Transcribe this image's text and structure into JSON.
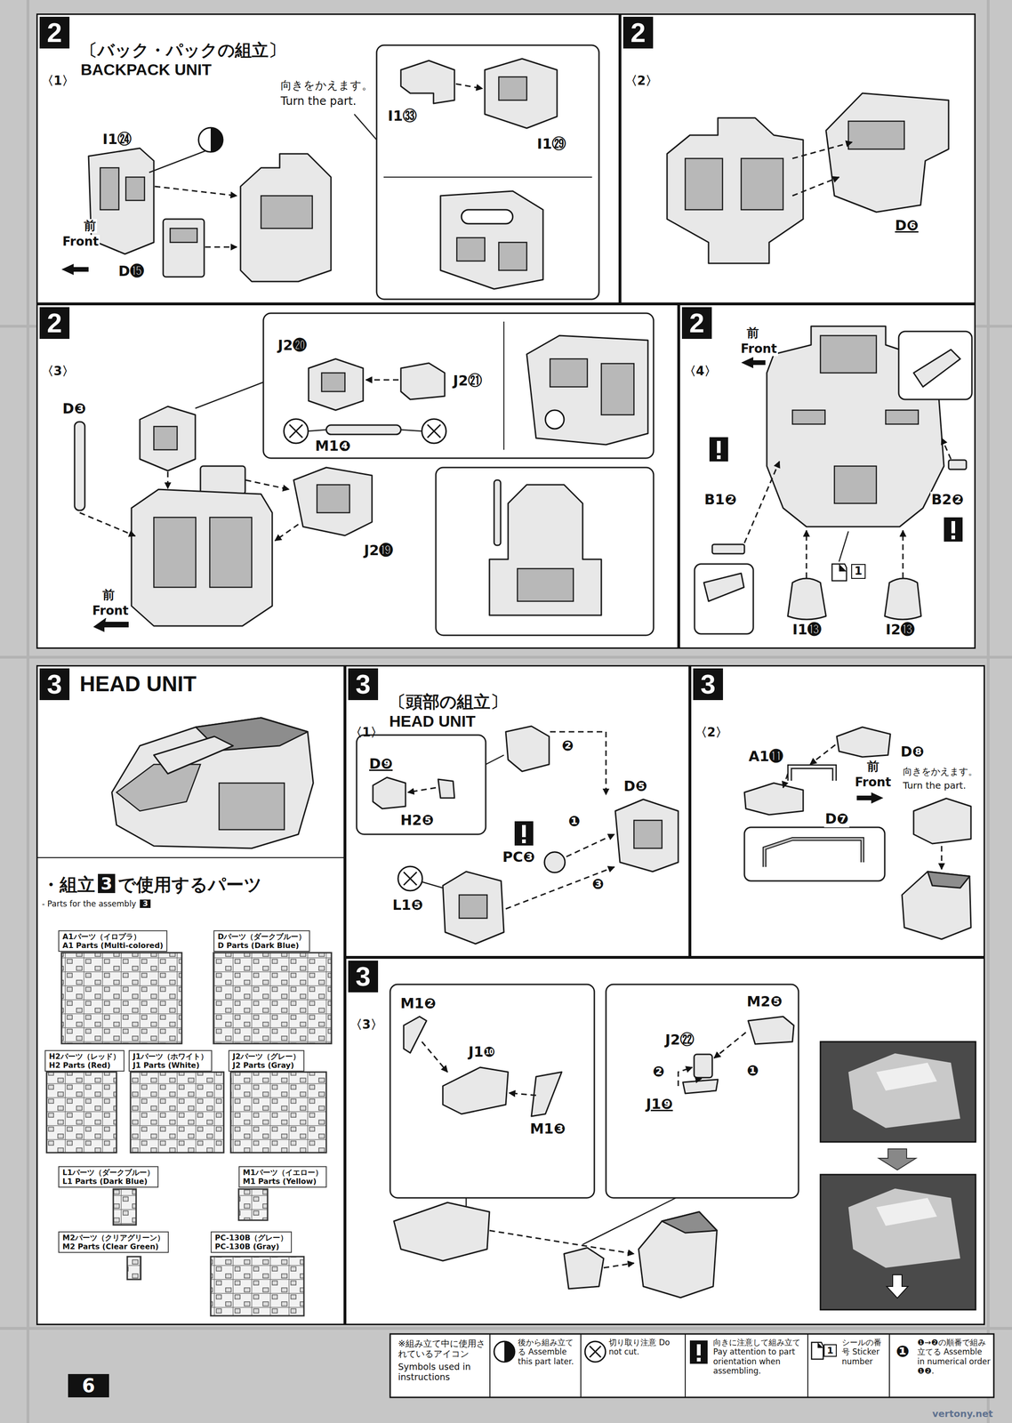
{
  "diagram": {
    "nodes": [
      {
        "text": [
          "2",
          "〈1〉",
          "〔バック・パックの組立〕",
          "BACKPACK UNIT"
        ]
      },
      {
        "text": [
          "2",
          "〈2〉"
        ]
      },
      {
        "text": [
          "2",
          "〈3〉"
        ]
      },
      {
        "text": [
          "2",
          "〈4〉"
        ]
      },
      {
        "text": [
          "3",
          "HEAD UNIT"
        ]
      },
      {
        "text": [
          "A1パーツ（イロプラ）",
          "A1 Parts (Multi-colored)"
        ],
        "in": 4
      },
      {
        "text": [
          "Dパーツ（ダークブルー）",
          "D Parts (Dark Blue)"
        ],
        "in": 4
      },
      {
        "text": [
          "H2パーツ（レッド）",
          "H2 Parts (Red)"
        ],
        "in": 4
      },
      {
        "text": [
          "J1パーツ（ホワイト）",
          "J1 Parts (White)"
        ],
        "in": 4
      },
      {
        "text": [
          "J2パーツ（グレー）",
          "J2 Parts (Gray)"
        ],
        "in": 4
      },
      {
        "text": [
          "L1パーツ（ダークブルー）",
          "L1 Parts (Dark Blue)"
        ],
        "in": 4
      },
      {
        "text": [
          "M1パーツ（イエロー）",
          "M1 Parts (Yellow)"
        ],
        "in": 4
      },
      {
        "text": [
          "M2パーツ（クリアグリーン）",
          "M2 Parts (Clear Green)"
        ],
        "in": 4
      },
      {
        "text": [
          "PC-130B（グレー）",
          "PC-130B (Gray)"
        ],
        "in": 4
      },
      {
        "text": [
          "3",
          "〈1〉",
          "〔頭部の組立〕",
          "HEAD UNIT"
        ]
      },
      {
        "text": [
          "3",
          "〈2〉"
        ]
      },
      {
        "text": [
          "3",
          "〈3〉"
        ]
      }
    ],
    "labels": [
      "I1㉔",
      "向きをかえます。",
      "Turn the part.",
      "I1㉝",
      "I1㉙",
      "前",
      "Front",
      "D⓯",
      "D❻",
      "D❸",
      "J2⓴",
      "J2㉑",
      "M1❹",
      "J2⓳",
      "前",
      "Front",
      "前",
      "Front",
      "B1❷",
      "1",
      "B2❷",
      "I1⓭",
      "I2⓭",
      "・組立",
      "3",
      "で使用するパーツ",
      "- Parts for the assembly",
      "3",
      "D❾",
      "H2❺",
      "❷",
      "D❺",
      "PC❸",
      "❶",
      "L1❺",
      "❸",
      "A1⓫",
      "D❽",
      "前",
      "Front",
      "向きをかえます。",
      "Turn the part.",
      "D❼",
      "M1❷",
      "J1❿",
      "M1❸",
      "M2❺",
      "❶",
      "J2㉒",
      "❷",
      "J1❾",
      "※組み立て中に使用されているアイコン",
      "Symbols used in instructions",
      "1",
      "❶",
      "6",
      "vertony.net"
    ],
    "legend": [
      {
        "text": "後から組み立てる Assemble this part later."
      },
      {
        "text": "切り取り注意 Do not cut."
      },
      {
        "text": "向きに注意して組み立て Pay attention to part orientation when assembling."
      },
      {
        "text": "シールの番号 Sticker number"
      },
      {
        "text": "❶→❷の順番で組み立てる Assemble in numerical order ❶❷."
      }
    ]
  }
}
